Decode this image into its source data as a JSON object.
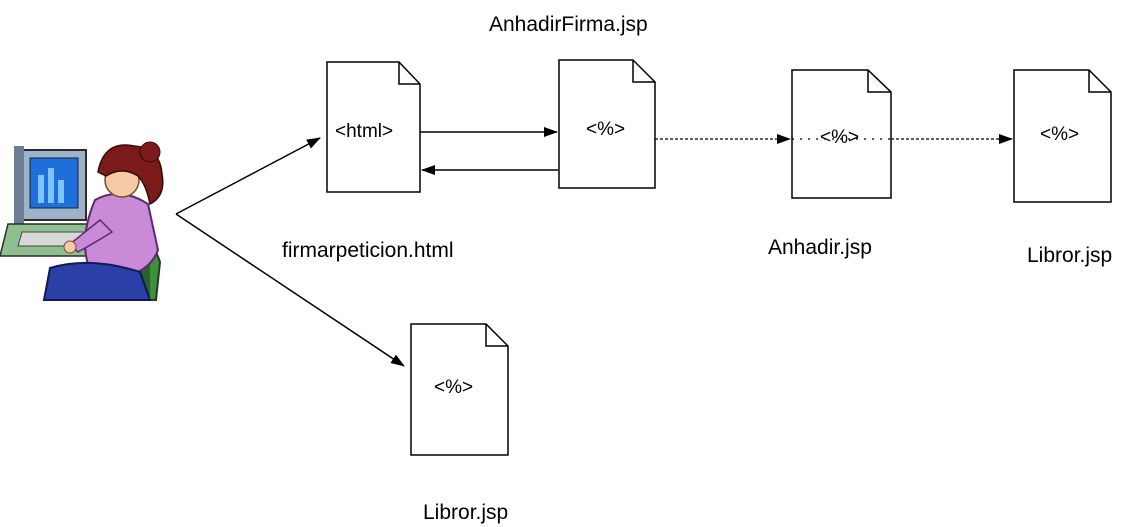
{
  "labels": {
    "anhadirfirma": "AnhadirFirma.jsp",
    "firmarpeticion": "firmarpeticion.html",
    "anhadir": "Anhadir.jsp",
    "libror_right": "Libror.jsp",
    "libror_bottom": "Libror.jsp"
  },
  "docs": {
    "html_doc": "<html>",
    "anhadirfirma_doc": "<%>",
    "anhadir_doc": "<%>",
    "libror_right_doc": "<%>",
    "libror_bottom_doc": "<%>"
  },
  "user_icon": "user-at-computer-icon",
  "colors": {
    "line": "#000000",
    "page": "#ffffff",
    "hair": "#7a1a1a",
    "shirt": "#c98ad8",
    "monitor": "#9fb3c8",
    "screen": "#1e6fd9",
    "desk": "#8fbf8f",
    "chair": "#3f8f3f",
    "pants": "#2a3fa8"
  }
}
